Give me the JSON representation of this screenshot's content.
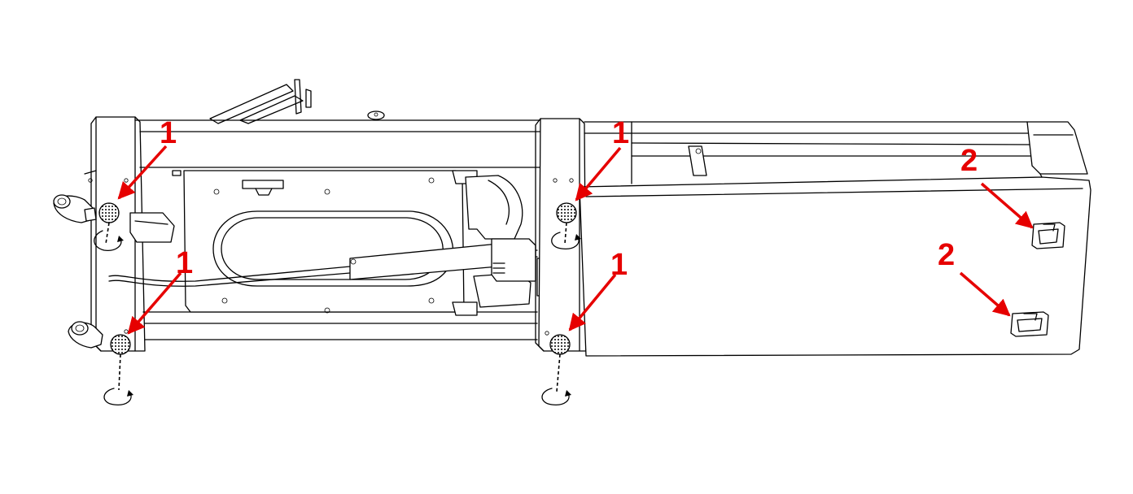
{
  "callouts": [
    {
      "label": "1",
      "target": "left-frame-top-foot"
    },
    {
      "label": "1",
      "target": "left-frame-bottom-foot"
    },
    {
      "label": "1",
      "target": "center-frame-top-foot"
    },
    {
      "label": "1",
      "target": "center-frame-bottom-foot"
    },
    {
      "label": "2",
      "target": "deck-upper-pad"
    },
    {
      "label": "2",
      "target": "deck-lower-pad"
    }
  ],
  "colors": {
    "callout": "#e60000",
    "line": "#000000",
    "background": "#ffffff"
  },
  "icons": [
    "foot-pad-icon",
    "rotate-arrow-icon",
    "caster-wheel-icon",
    "rubber-pad-icon"
  ]
}
